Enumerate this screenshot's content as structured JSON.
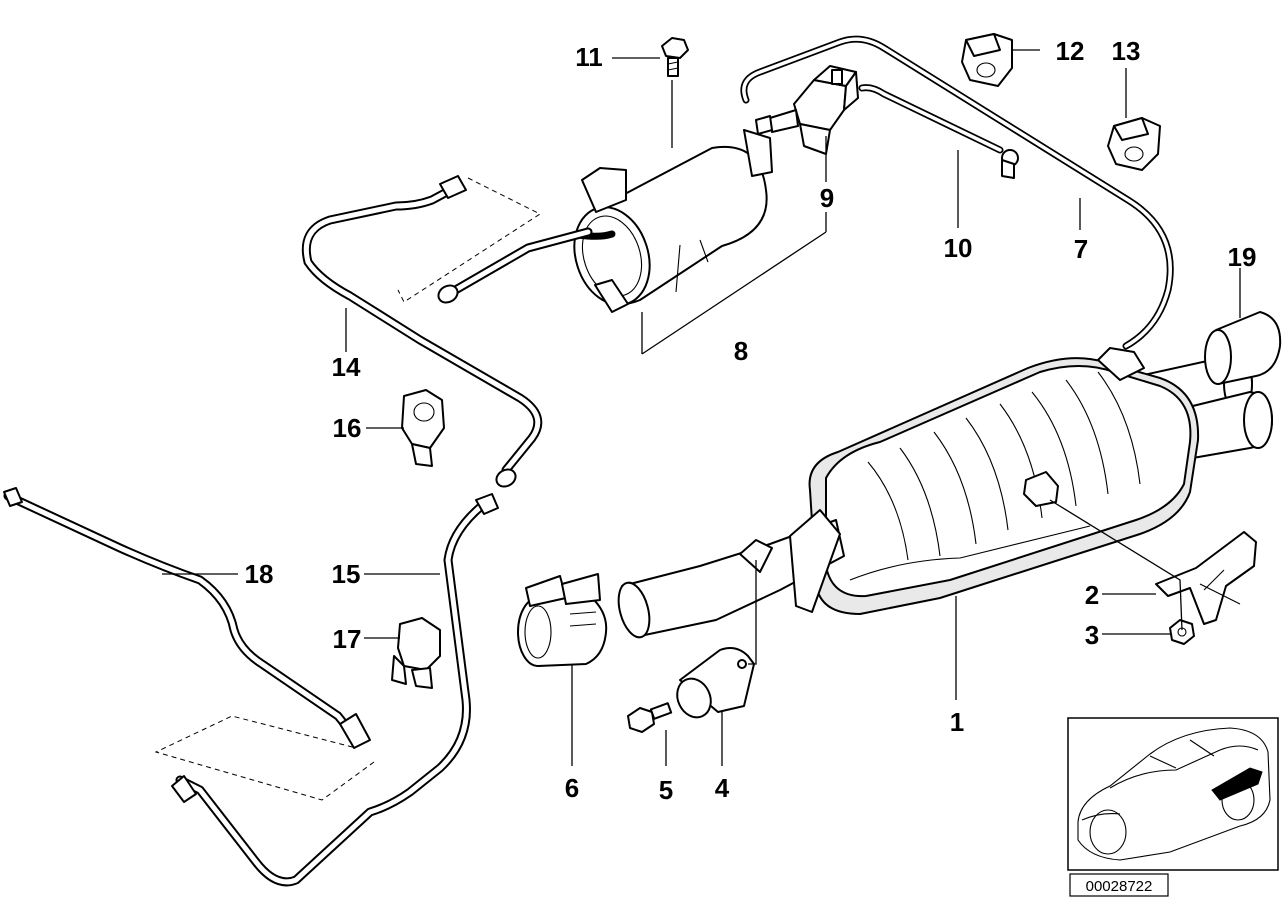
{
  "diagram": {
    "reference_code": "00028722",
    "callouts": [
      {
        "id": "c1",
        "label": "1"
      },
      {
        "id": "c2",
        "label": "2"
      },
      {
        "id": "c3",
        "label": "3"
      },
      {
        "id": "c4",
        "label": "4"
      },
      {
        "id": "c5",
        "label": "5"
      },
      {
        "id": "c6",
        "label": "6"
      },
      {
        "id": "c7",
        "label": "7"
      },
      {
        "id": "c8",
        "label": "8"
      },
      {
        "id": "c9",
        "label": "9"
      },
      {
        "id": "c10",
        "label": "10"
      },
      {
        "id": "c11",
        "label": "11"
      },
      {
        "id": "c12",
        "label": "12"
      },
      {
        "id": "c13",
        "label": "13"
      },
      {
        "id": "c14",
        "label": "14"
      },
      {
        "id": "c15",
        "label": "15"
      },
      {
        "id": "c16",
        "label": "16"
      },
      {
        "id": "c17",
        "label": "17"
      },
      {
        "id": "c18",
        "label": "18"
      },
      {
        "id": "c19",
        "label": "19"
      }
    ],
    "colors": {
      "line": "#000000",
      "background": "#ffffff",
      "part_fill": "#ffffff",
      "shade_fill": "#e9e9e9"
    }
  }
}
